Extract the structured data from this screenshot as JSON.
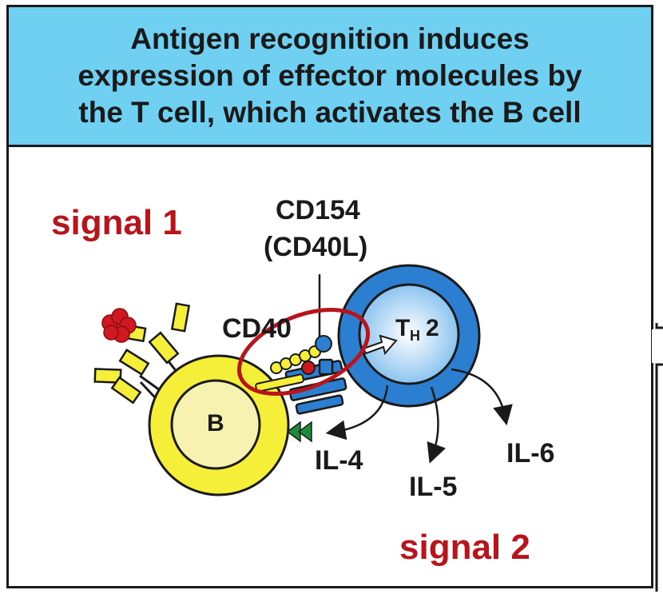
{
  "header": {
    "line1": "Antigen recognition induces",
    "line2": "expression of effector molecules by",
    "line3": "the T cell, which activates the B cell"
  },
  "labels": {
    "signal1": "signal 1",
    "signal2": "signal 2",
    "cd154": "CD154",
    "cd40l": "(CD40L)",
    "cd40": "CD40",
    "b_cell": "B",
    "th_main": "T",
    "th_sub": "H",
    "th_num": "2",
    "il4": "IL-4",
    "il5": "IL-5",
    "il6": "IL-6"
  },
  "colors": {
    "header_bg": "#6fd0f2",
    "b_cell": "#f6ef3a",
    "t_cell": "#2c7fd0",
    "t_cell_inner": "#c9e6fb",
    "highlight": "#b8141c",
    "antigen": "#d01820",
    "cd40_green": "#1e8a3a"
  }
}
